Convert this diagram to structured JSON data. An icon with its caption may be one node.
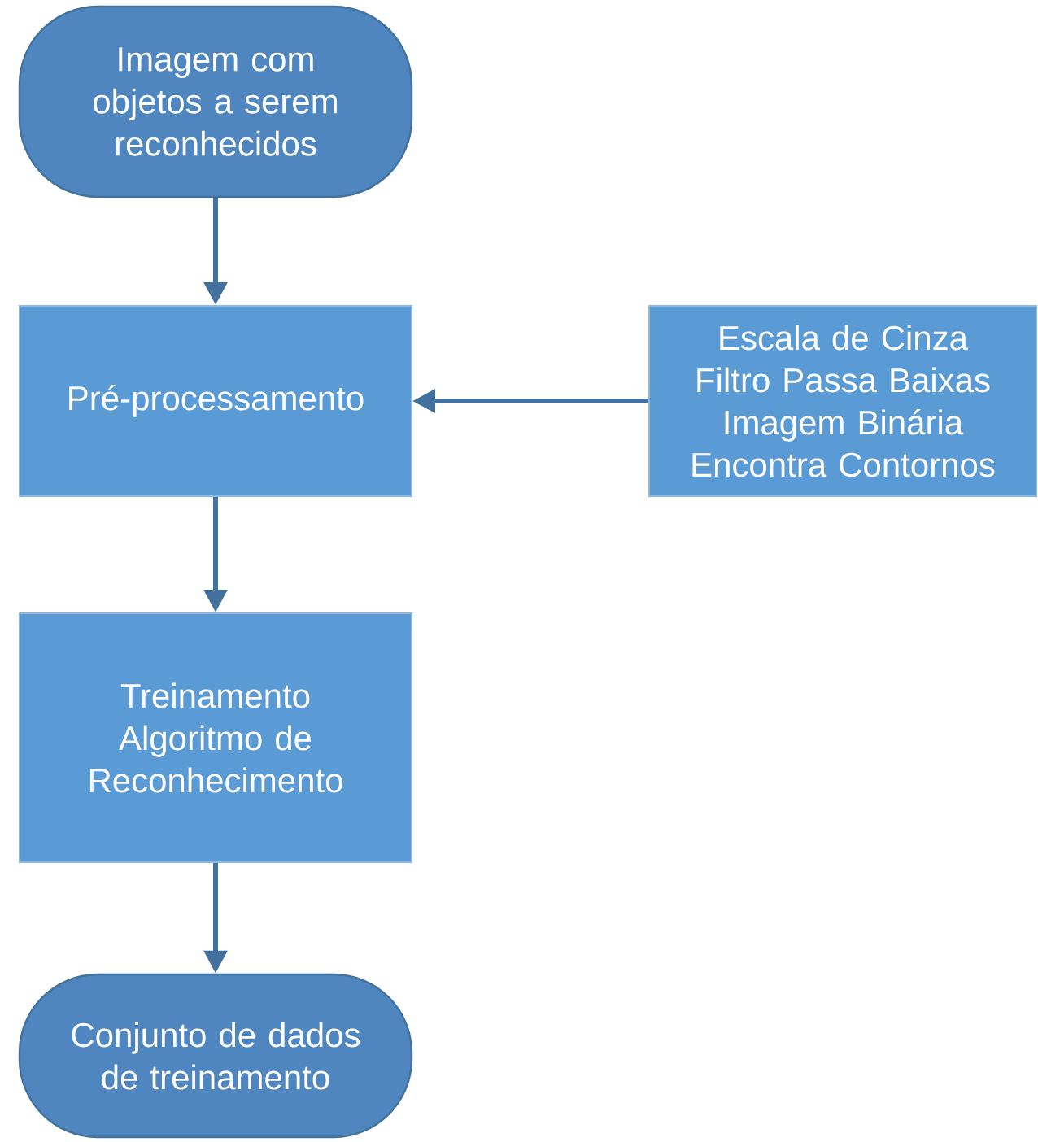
{
  "diagram": {
    "nodes": [
      {
        "text": [
          "Imagem com objetos a serem reconhecidos"
        ]
      },
      {
        "text": [
          "Pré-processamento"
        ]
      },
      {
        "text": [
          "Escala de Cinza",
          "Filtro Passa Baixas",
          "Imagem Binária",
          "Encontra Contornos"
        ]
      },
      {
        "text": [
          "Treinamento Algoritmo de Reconhecimento"
        ]
      },
      {
        "text": [
          "Conjunto de dados de treinamento"
        ]
      }
    ],
    "edges": [
      {
        "from": 0,
        "to": 1,
        "arrow": "to"
      },
      {
        "from": 2,
        "to": 1,
        "arrow": "to"
      },
      {
        "from": 1,
        "to": 3,
        "arrow": "to"
      },
      {
        "from": 3,
        "to": 4,
        "arrow": "to"
      }
    ]
  }
}
